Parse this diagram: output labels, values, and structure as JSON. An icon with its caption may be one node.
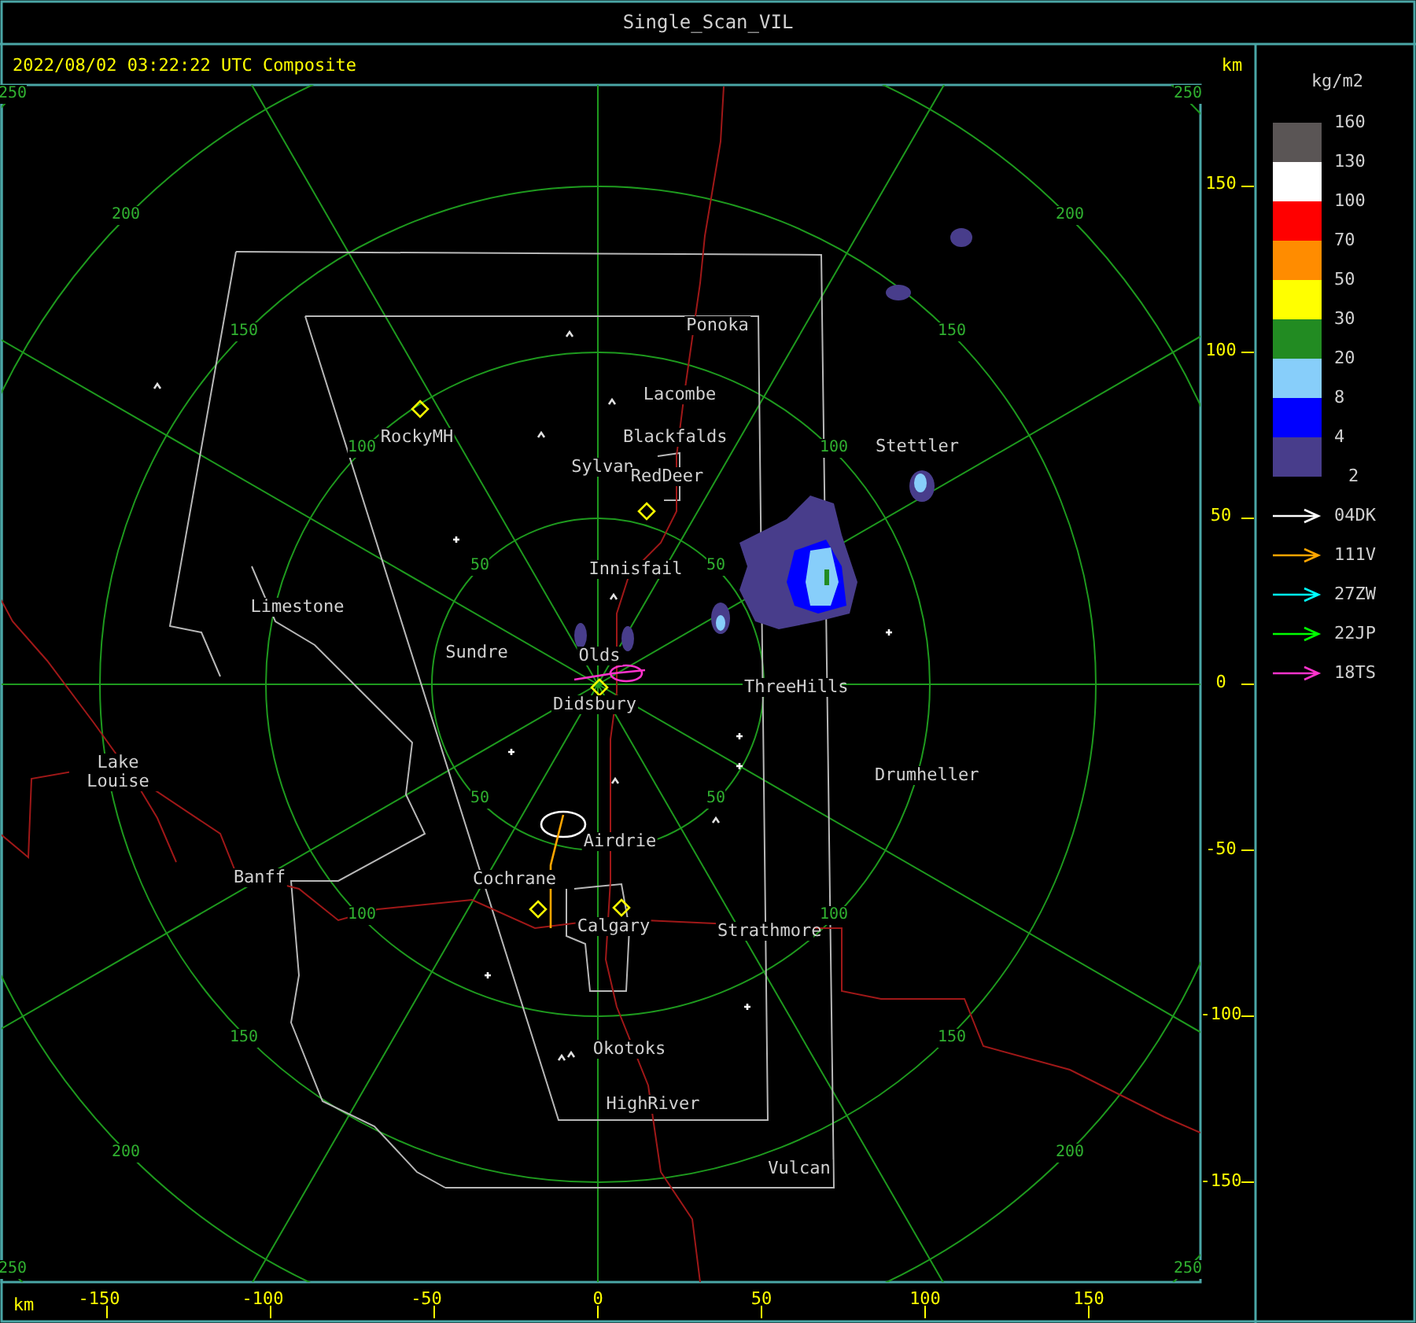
{
  "diagram": {
    "title": "Single_Scan_VIL",
    "labels": [
      "2022/08/02 03:22:22 UTC Composite",
      "km",
      "kg/m2",
      "2",
      "250",
      "250",
      "200",
      "200",
      "150",
      "150",
      "100",
      "100",
      "50",
      "50",
      "50",
      "50",
      "100",
      "100",
      "150",
      "150",
      "200",
      "200",
      "250",
      "250",
      "150",
      "100",
      "50",
      "0",
      "-50",
      "-100",
      "-150",
      "Ponoka",
      "Lacombe",
      "RockyMH",
      "Blackfalds",
      "Stettler",
      "Sylvan",
      "RedDeer",
      "Innisfail",
      "Limestone",
      "Sundre",
      "Olds",
      "ThreeHills",
      "Didsbury",
      "Drumheller",
      "Lake Louise",
      "Airdrie",
      "Banff",
      "Cochrane",
      "Calgary",
      "Strathmore",
      "Okotoks",
      "HighRiver",
      "Vulcan",
      "km",
      "-150",
      "-100",
      "-50",
      "0",
      "50",
      "100",
      "150"
    ],
    "legend": [
      {
        "text": "160",
        "color": "#5a5555"
      },
      {
        "text": "130",
        "color": "#ffffff"
      },
      {
        "text": "100",
        "color": "#ff0000"
      },
      {
        "text": "70",
        "color": "#ff8c00"
      },
      {
        "text": "50",
        "color": "#ffff00"
      },
      {
        "text": "30",
        "color": "#228b22"
      },
      {
        "text": "20",
        "color": "#87cefa"
      },
      {
        "text": "8",
        "color": "#0000ff"
      },
      {
        "text": "4",
        "color": "#483d8b"
      },
      {
        "text": "04DK"
      },
      {
        "text": "111V"
      },
      {
        "text": "27ZW"
      },
      {
        "text": "22JP"
      },
      {
        "text": "18TS"
      }
    ]
  }
}
